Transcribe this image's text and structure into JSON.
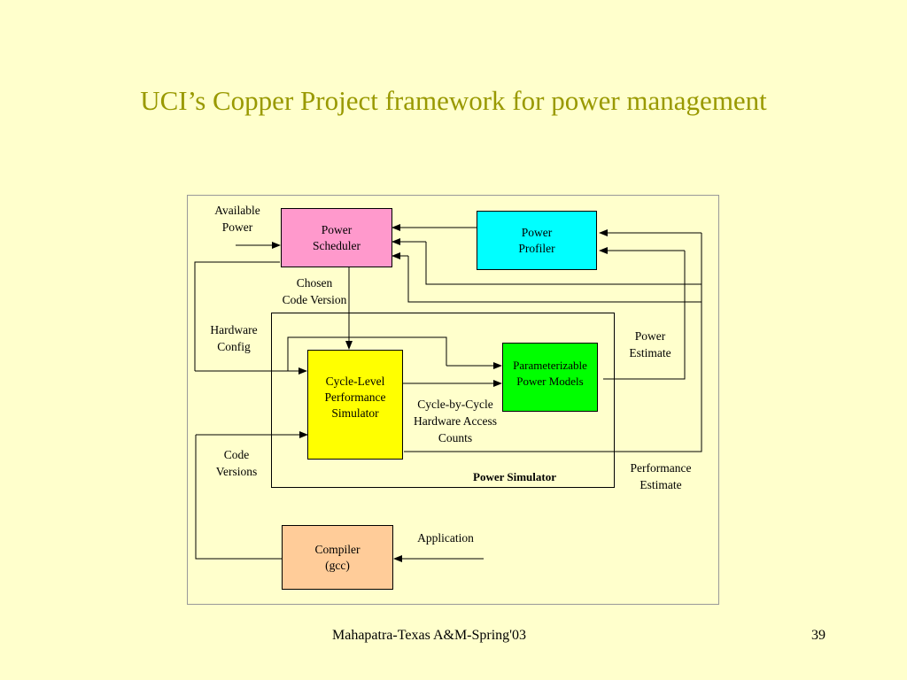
{
  "slide": {
    "title": "UCI’s Copper Project framework for power management",
    "footer_text": "Mahapatra-Texas A&M-Spring'03",
    "page_number": "39"
  },
  "diagram": {
    "boxes": {
      "power_scheduler": {
        "line1": "Power",
        "line2": "Scheduler",
        "color": "#ff99cc"
      },
      "power_profiler": {
        "line1": "Power",
        "line2": "Profiler",
        "color": "#00ffff"
      },
      "cycle_level_simulator": {
        "line1": "Cycle-Level",
        "line2": "Performance",
        "line3": "Simulator",
        "color": "#ffff00"
      },
      "parameterizable_models": {
        "line1": "Parameterizable",
        "line2": "Power Models",
        "color": "#00ff00"
      },
      "compiler": {
        "line1": "Compiler",
        "line2": "(gcc)",
        "color": "#ffcc99"
      }
    },
    "labels": {
      "available_power": {
        "line1": "Available",
        "line2": "Power"
      },
      "chosen_code_version": {
        "line1": "Chosen",
        "line2": "Code Version"
      },
      "hardware_config": {
        "line1": "Hardware",
        "line2": "Config"
      },
      "power_estimate": {
        "line1": "Power",
        "line2": "Estimate"
      },
      "cycle_by_cycle": {
        "line1": "Cycle-by-Cycle",
        "line2": "Hardware Access",
        "line3": "Counts"
      },
      "code_versions": {
        "line1": "Code",
        "line2": "Versions"
      },
      "performance_estimate": {
        "line1": "Performance",
        "line2": "Estimate"
      },
      "power_simulator": "Power Simulator",
      "application": "Application"
    }
  }
}
